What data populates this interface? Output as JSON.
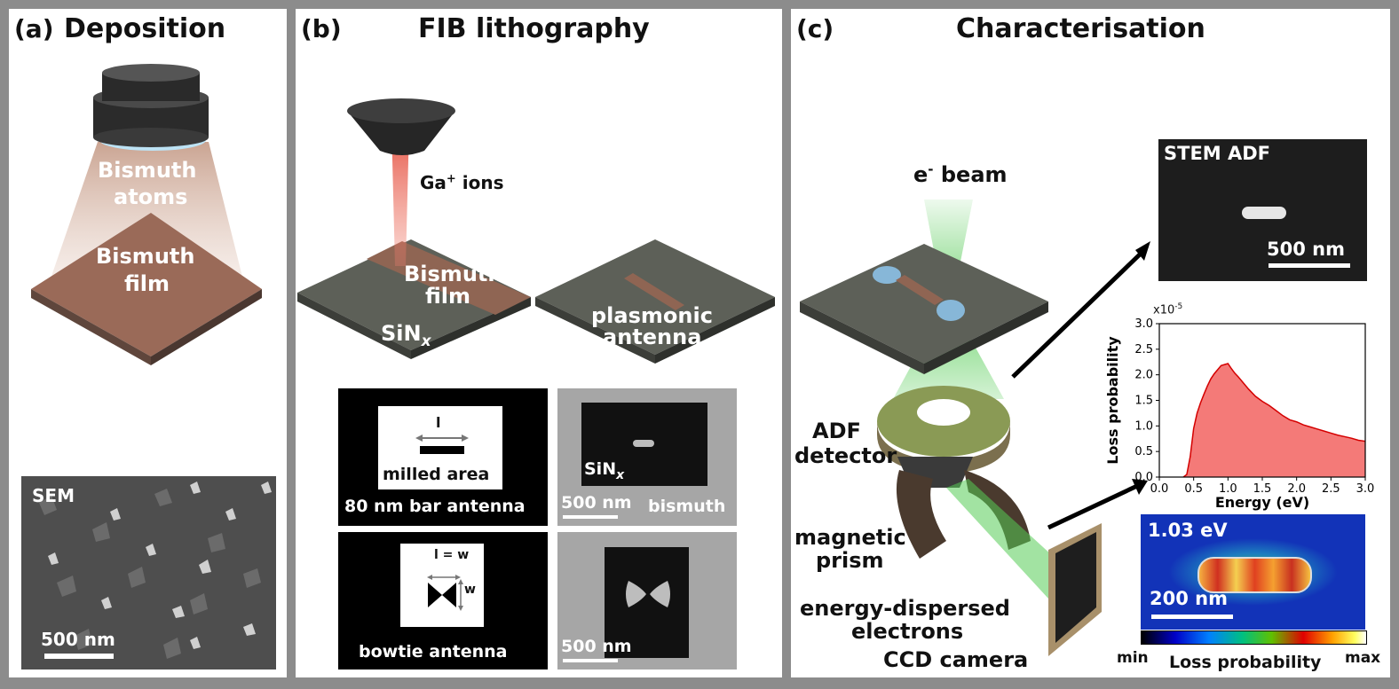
{
  "panel_a": {
    "tag": "(a)",
    "title": "Deposition",
    "atoms_label_1": "Bismuth",
    "atoms_label_2": "atoms",
    "film_label_1": "Bismuth",
    "film_label_2": "film",
    "sem_label": "SEM",
    "scale_label": "500 nm"
  },
  "panel_b": {
    "tag": "(b)",
    "title": "FIB lithography",
    "ion_label": "Ga",
    "ion_sup": "+",
    "ion_suffix": " ions",
    "film_label_1": "Bismuth",
    "film_label_2": "film",
    "substrate_label": "SiN",
    "substrate_sub": "x",
    "antenna_label_1": "plasmonic",
    "antenna_label_2": "antenna",
    "bar": {
      "length_label": "l",
      "milled_label": "milled area",
      "caption": "80 nm bar antenna",
      "sem_substrate": "SiN",
      "sem_substrate_sub": "x",
      "sem_scale": "500 nm",
      "sem_material": "bismuth"
    },
    "bowtie": {
      "lw_label": "l = w",
      "w_label": "w",
      "caption": "bowtie antenna",
      "sem_scale": "500 nm"
    }
  },
  "panel_c": {
    "tag": "(c)",
    "title": "Characterisation",
    "beam_label": "e",
    "beam_sup": "-",
    "beam_suffix": " beam",
    "adf_label_1": "ADF",
    "adf_label_2": "detector",
    "prism_label_1": "magnetic",
    "prism_label_2": "prism",
    "electrons_label_1": "energy-dispersed",
    "electrons_label_2": "electrons",
    "camera_label": "CCD camera",
    "stem_label": "STEM ADF",
    "stem_scale": "500 nm",
    "map_energy": "1.03 eV",
    "map_scale": "200 nm",
    "colorbar_min": "min",
    "colorbar_label": "Loss probability",
    "colorbar_max": "max"
  },
  "chart_data": {
    "type": "area",
    "xlabel": "Energy (eV)",
    "ylabel": "Loss probability",
    "y_multiplier": "x10",
    "y_multiplier_exp": "-5",
    "xlim": [
      0.0,
      3.0
    ],
    "ylim": [
      0.0,
      3.0
    ],
    "xticks": [
      "0.0",
      "0.5",
      "1.0",
      "1.5",
      "2.0",
      "2.5",
      "3.0"
    ],
    "yticks": [
      "0.0",
      "0.5",
      "1.0",
      "1.5",
      "2.0",
      "2.5",
      "3.0"
    ],
    "fill_color": "#f47a78",
    "line_color": "#d40000",
    "x": [
      0.35,
      0.4,
      0.45,
      0.5,
      0.55,
      0.6,
      0.65,
      0.7,
      0.75,
      0.8,
      0.85,
      0.9,
      0.95,
      1.0,
      1.05,
      1.1,
      1.15,
      1.2,
      1.3,
      1.4,
      1.5,
      1.6,
      1.7,
      1.8,
      1.9,
      2.0,
      2.1,
      2.2,
      2.3,
      2.4,
      2.5,
      2.6,
      2.7,
      2.8,
      2.9,
      3.0
    ],
    "y": [
      0.0,
      0.05,
      0.4,
      0.95,
      1.25,
      1.45,
      1.62,
      1.78,
      1.92,
      2.02,
      2.1,
      2.18,
      2.2,
      2.22,
      2.12,
      2.03,
      1.96,
      1.88,
      1.72,
      1.58,
      1.48,
      1.4,
      1.3,
      1.2,
      1.12,
      1.08,
      1.02,
      0.98,
      0.94,
      0.9,
      0.86,
      0.82,
      0.79,
      0.76,
      0.72,
      0.7
    ]
  }
}
